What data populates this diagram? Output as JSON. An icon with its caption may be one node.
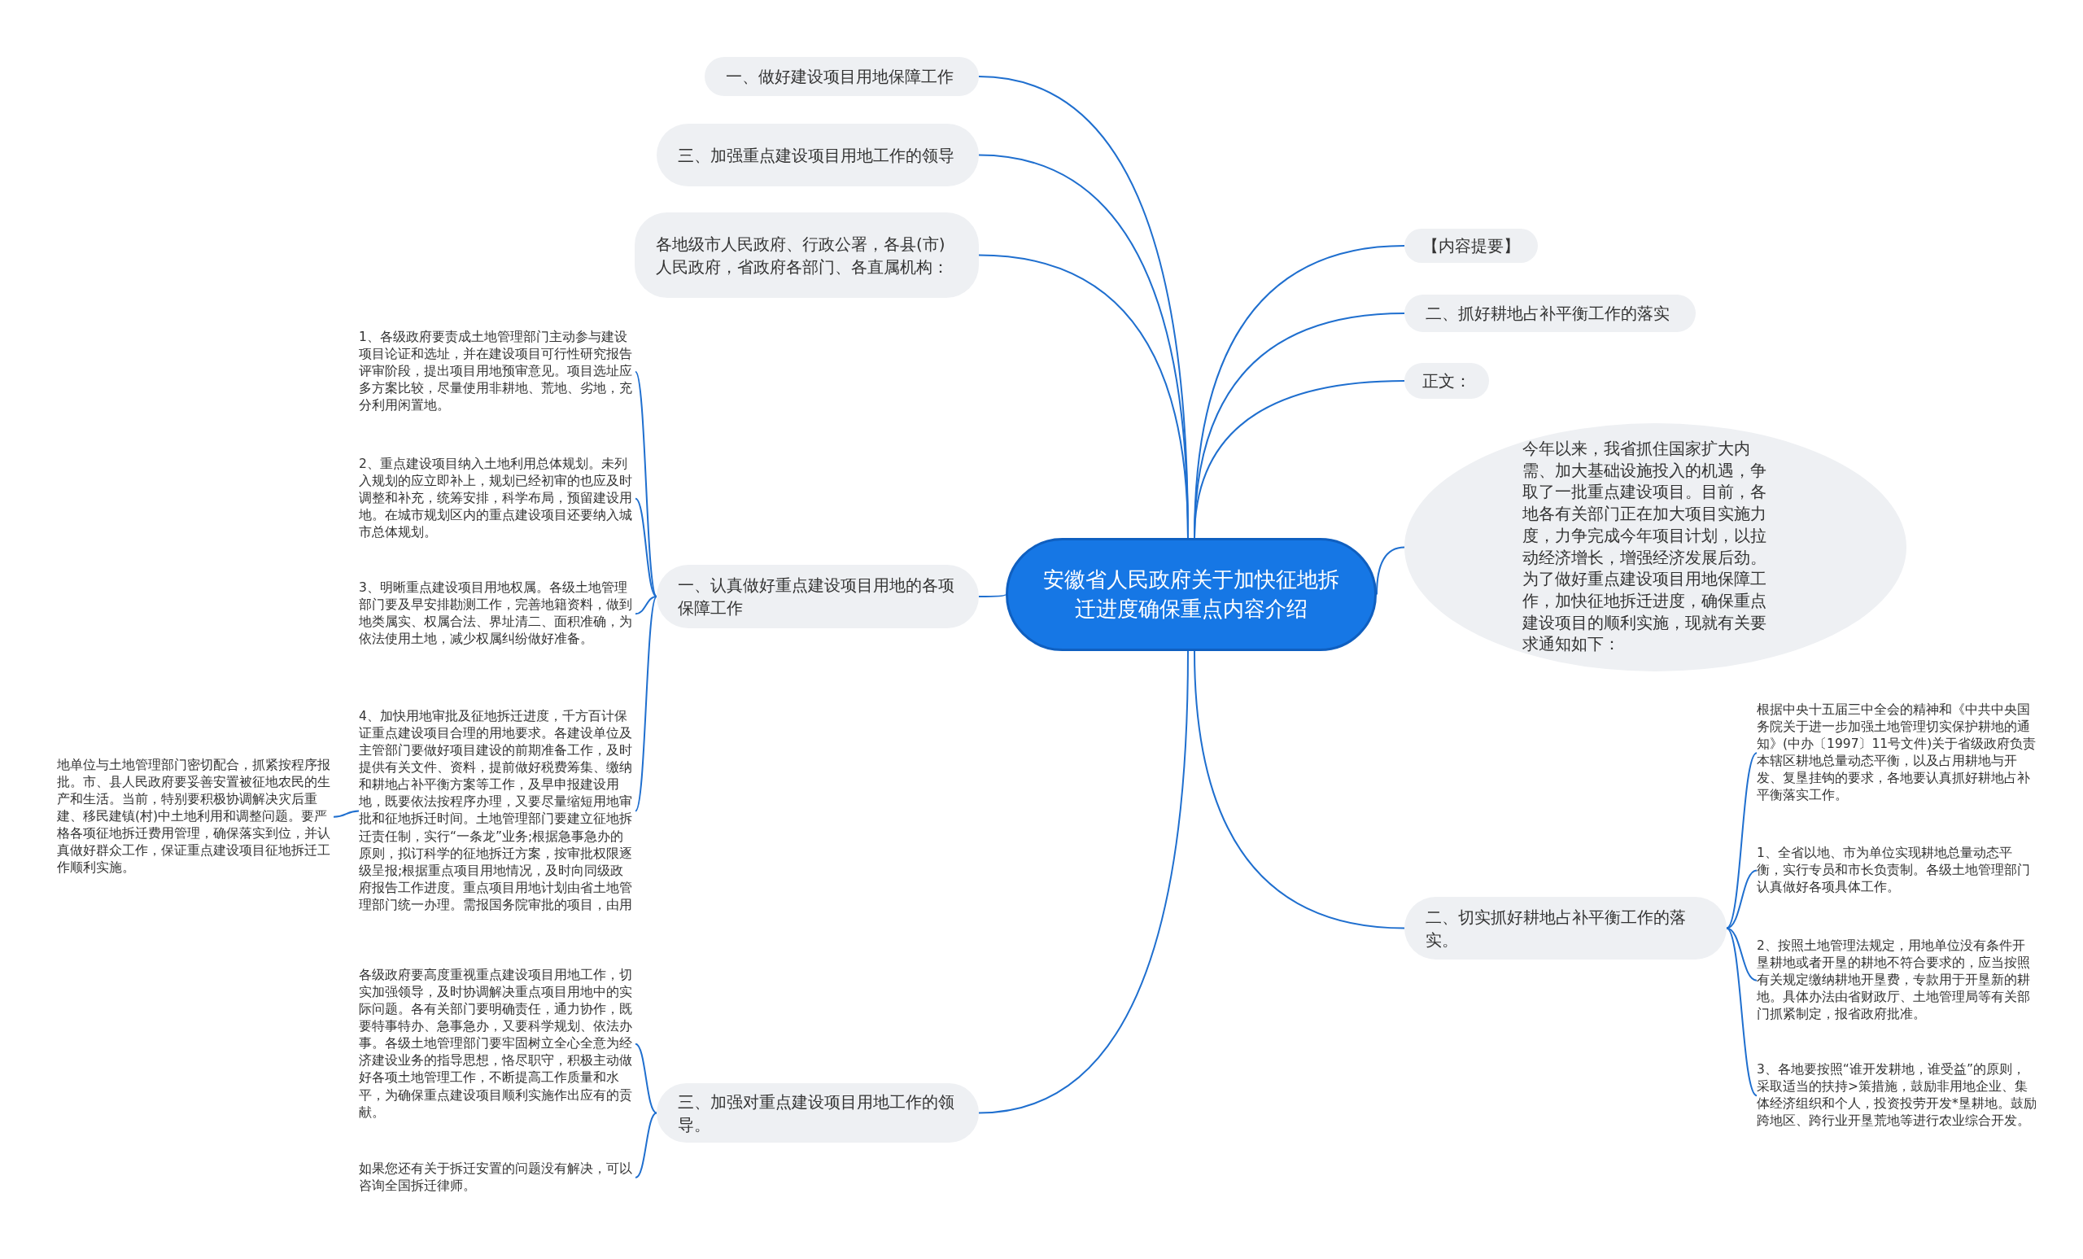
{
  "diagram": {
    "nodes": [
      {
        "text": [
          "安徽省人民政府关于加快征地拆迁进度确保重点内容介绍"
        ]
      },
      {
        "text": [
          "一、做好建设项目用地保障工作"
        ]
      },
      {
        "text": [
          "三、加强重点建设项目用地工作的领导"
        ]
      },
      {
        "text": [
          "各地级市人民政府、行政公署，各县(市)人民政府，省政府各部门、各直属机构："
        ]
      },
      {
        "text": [
          "一、认真做好重点建设项目用地的各项保障工作"
        ]
      },
      {
        "text": [
          "1、各级政府要责成土地管理部门主动参与建设项目论证和选址，并在建设项目可行性研究报告评审阶段，提出项目用地预审意见。项目选址应多方案比较，尽量使用非耕地、荒地、劣地，充分利用闲置地。"
        ]
      },
      {
        "text": [
          "2、重点建设项目纳入土地利用总体规划。未列入规划的应立即补上，规划已经初审的也应及时调整和补充，统筹安排，科学布局，预留建设用地。在城市规划区内的重点建设项目还要纳入城市总体规划。"
        ]
      },
      {
        "text": [
          "3、明晰重点建设项目用地权属。各级土地管理部门要及早安排勘测工作，完善地籍资料，做到地类属实、权属合法、界址清二、面积准确，为依法使用土地，减少权属纠纷做好准备。"
        ]
      },
      {
        "text": [
          "4、加快用地审批及征地拆迁进度，千方百计保证重点建设项目合理的用地要求。各建设单位及主管部门要做好项目建设的前期准备工作，及时提供有关文件、资料，提前做好税费筹集、缴纳和耕地占补平衡方案等工作，及早申报建设用地，既要依法按程序办理，又要尽量缩短用地审批和征地拆迁时间。土地管理部门要建立征地拆迁责任制，实行“一条龙”业务;根据急事急办的原则，拟订科学的征地拆迁方案，按审批权限逐级呈报;根据重点项目用地情况，及时向同级政府报告工作进度。重点项目用地计划由省土地管理部门统一办理。需报国务院审批的项目，由用"
        ]
      },
      {
        "text": [
          "地单位与土地管理部门密切配合，抓紧按程序报批。市、县人民政府要妥善安置被征地农民的生产和生活。当前，特别要积极协调解决灾后重建、移民建镇(村)中土地利用和调整问题。要严格各项征地拆迁费用管理，确保落实到位，并认真做好群众工作，保证重点建设项目征地拆迁工作顺利实施。"
        ]
      },
      {
        "text": [
          "三、加强对重点建设项目用地工作的领导。"
        ]
      },
      {
        "text": [
          "各级政府要高度重视重点建设项目用地工作，切实加强领导，及时协调解决重点项目用地中的实际问题。各有关部门要明确责任，通力协作，既要特事特办、急事急办，又要科学规划、依法办事。各级土地管理部门要牢固树立全心全意为经济建设业务的指导思想，恪尽职守，积极主动做好各项土地管理工作，不断提高工作质量和水平，为确保重点建设项目顺利实施作出应有的贡献。"
        ]
      },
      {
        "text": [
          "如果您还有关于拆迁安置的问题没有解决，可以咨询全国拆迁律师。"
        ]
      },
      {
        "text": [
          "【内容提要】"
        ]
      },
      {
        "text": [
          "二、抓好耕地占补平衡工作的落实"
        ]
      },
      {
        "text": [
          "正文："
        ]
      },
      {
        "text": [
          "今年以来，我省抓住国家扩大内需、加大基础设施投入的机遇，争取了一批重点建设项目。目前，各地各有关部门正在加大项目实施力度，力争完成今年项目计划，以拉动经济增长，增强经济发展后劲。为了做好重点建设项目用地保障工作，加快征地拆迁进度，确保重点建设项目的顺利实施，现就有关要求通知如下："
        ]
      },
      {
        "text": [
          "二、切实抓好耕地占补平衡工作的落实。"
        ]
      },
      {
        "text": [
          "根据中央十五届三中全会的精神和《中共中央国务院关于进一步加强土地管理切实保护耕地的通知》(中办〔1997〕11号文件)关于省级政府负责本辖区耕地总量动态平衡，以及占用耕地与开发、复垦挂钩的要求，各地要认真抓好耕地占补平衡落实工作。"
        ]
      },
      {
        "text": [
          "1、全省以地、市为单位实现耕地总量动态平衡，实行专员和市长负责制。各级土地管理部门认真做好各项具体工作。"
        ]
      },
      {
        "text": [
          "2、按照土地管理法规定，用地单位没有条件开垦耕地或者开垦的耕地不符合要求的，应当按照有关规定缴纳耕地开垦费，专款用于开垦新的耕地。具体办法由省财政厅、土地管理局等有关部门抓紧制定，报省政府批准。"
        ]
      },
      {
        "text": [
          "3、各地要按照“谁开发耕地，谁受益”的原则，采取适当的扶持>策措施，鼓励非用地企业、集体经济组织和个人，投资投劳开发*垦耕地。鼓励跨地区、跨行业开垦荒地等进行农业综合开发。"
        ]
      }
    ],
    "edges": [
      {
        "from": 0,
        "to": 1,
        "arrow": "none"
      },
      {
        "from": 0,
        "to": 2,
        "arrow": "none"
      },
      {
        "from": 0,
        "to": 3,
        "arrow": "none"
      },
      {
        "from": 0,
        "to": 4,
        "arrow": "none"
      },
      {
        "from": 4,
        "to": 5,
        "arrow": "none"
      },
      {
        "from": 4,
        "to": 6,
        "arrow": "none"
      },
      {
        "from": 4,
        "to": 7,
        "arrow": "none"
      },
      {
        "from": 4,
        "to": 8,
        "arrow": "none"
      },
      {
        "from": 8,
        "to": 9,
        "arrow": "none"
      },
      {
        "from": 0,
        "to": 10,
        "arrow": "none"
      },
      {
        "from": 10,
        "to": 11,
        "arrow": "none"
      },
      {
        "from": 10,
        "to": 12,
        "arrow": "none"
      },
      {
        "from": 0,
        "to": 13,
        "arrow": "none"
      },
      {
        "from": 0,
        "to": 14,
        "arrow": "none"
      },
      {
        "from": 0,
        "to": 15,
        "arrow": "none"
      },
      {
        "from": 0,
        "to": 16,
        "arrow": "none"
      },
      {
        "from": 0,
        "to": 17,
        "arrow": "none"
      },
      {
        "from": 17,
        "to": 18,
        "arrow": "none"
      },
      {
        "from": 17,
        "to": 19,
        "arrow": "none"
      },
      {
        "from": 17,
        "to": 20,
        "arrow": "none"
      },
      {
        "from": 17,
        "to": 21,
        "arrow": "none"
      }
    ]
  }
}
